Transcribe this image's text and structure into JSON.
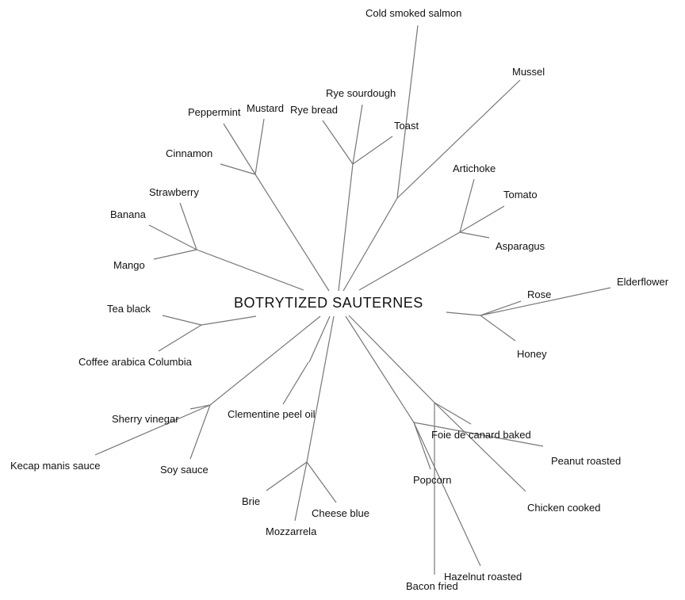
{
  "title": "BOTRYTIZED SAUTERNES",
  "labels": {
    "cold_smoked_salmon": "Cold smoked salmon",
    "mussel": "Mussel",
    "rye_sourdough": "Rye sourdough",
    "rye_bread": "Rye bread",
    "toast": "Toast",
    "mustard": "Mustard",
    "peppermint": "Peppermint",
    "cinnamon": "Cinnamon",
    "strawberry": "Strawberry",
    "banana": "Banana",
    "mango": "Mango",
    "artichoke": "Artichoke",
    "tomato": "Tomato",
    "asparagus": "Asparagus",
    "tea_black": "Tea black",
    "coffee": "Coffee arabica Columbia",
    "rose": "Rose",
    "elderflower": "Elderflower",
    "honey": "Honey",
    "sherry_vinegar": "Sherry vinegar",
    "kecap_manis": "Kecap manis sauce",
    "soy_sauce": "Soy sauce",
    "clementine": "Clementine peel oil",
    "brie": "Brie",
    "mozzarella": "Mozzarrela",
    "cheese_blue": "Cheese blue",
    "foie_de_canard": "Foie de canard baked",
    "peanut": "Peanut roasted",
    "popcorn": "Popcorn",
    "chicken": "Chicken cooked",
    "hazelnut": "Hazelnut roasted",
    "bacon": "Bacon fried"
  }
}
